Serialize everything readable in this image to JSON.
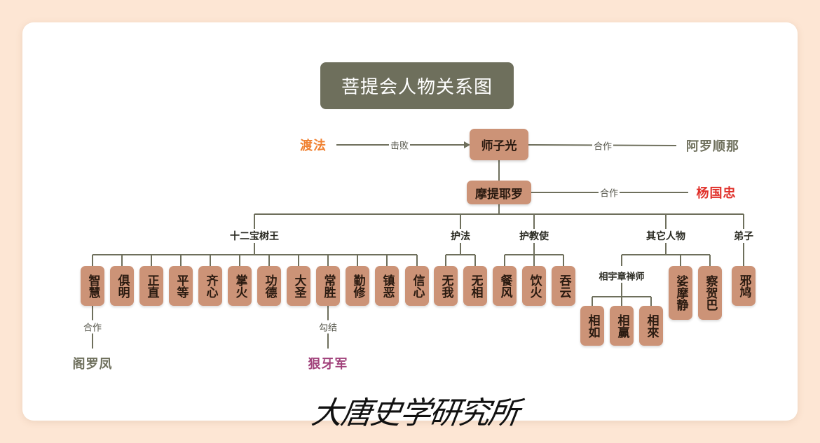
{
  "title": "菩提会人物关系图",
  "colors": {
    "background": "#fde6d4",
    "title_bg": "#6e6f5c",
    "node_bg": "#cc9377",
    "line": "#6e6f5c",
    "orange": "#f08030",
    "olive": "#6e6f5c",
    "red": "#e0302a",
    "purple": "#a0407a"
  },
  "nodes": {
    "shizi": "师子光",
    "moti": "摩提耶罗"
  },
  "external": {
    "dufa": "渡法",
    "luoshun": "阿罗顺那",
    "yang": "杨国忠",
    "geluo": "阁罗凤",
    "langya": "狠牙军"
  },
  "edges": {
    "defeat": "击败",
    "coop1": "合作",
    "coop2": "合作",
    "coop3": "合作",
    "collude": "勾结"
  },
  "groups": {
    "twelve": "十二宝树王",
    "hufa": "护法",
    "hujiao": "护教使",
    "others": "其它人物",
    "disciple": "弟子",
    "xiangzi": "相宇章禅师"
  },
  "twelve_kings": [
    "智慧",
    "俱明",
    "正直",
    "平等",
    "齐心",
    "掌火",
    "功德",
    "大圣",
    "常胜",
    "勤修",
    "镇恶",
    "信心"
  ],
  "protectors": [
    "无我",
    "无相"
  ],
  "envoys": [
    "餐风",
    "饮火",
    "吞云"
  ],
  "xiang_disciples": [
    "相如",
    "相赢",
    "相來"
  ],
  "others_people": [
    "娑摩静",
    "察贺巴"
  ],
  "disciples": [
    "邪鸠"
  ],
  "logo_text": "大唐史学研究所"
}
